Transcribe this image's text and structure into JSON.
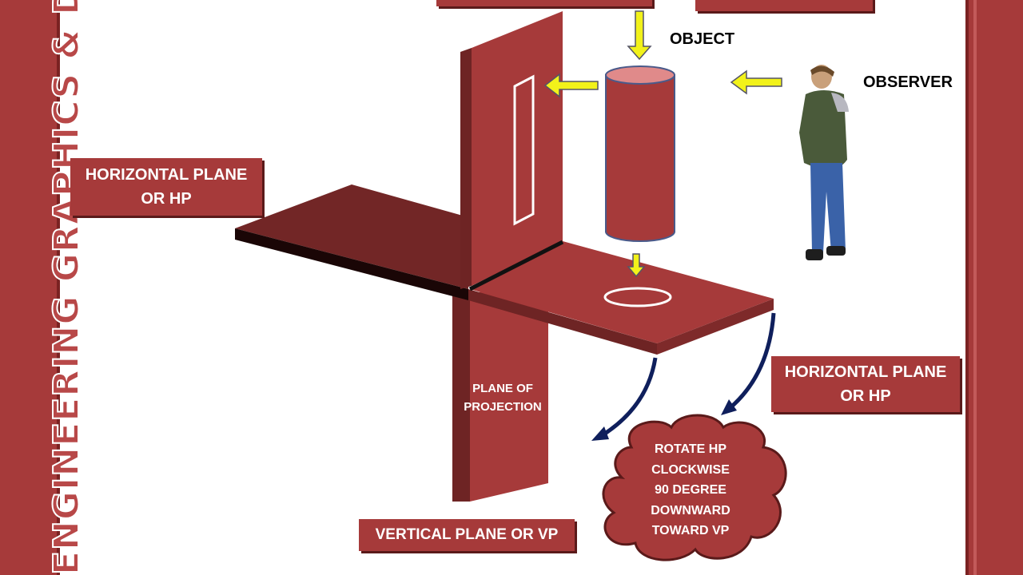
{
  "side_banner": {
    "left_text": "ENGINEERING GRAPHICS & DRAWING"
  },
  "labels": {
    "object": "OBJECT",
    "observer": "OBSERVER",
    "hp_left": "HORIZONTAL PLANE OR HP",
    "hp_right": "HORIZONTAL PLANE OR HP",
    "vertical_plane": "VERTICAL PLANE OR VP",
    "plane_of_projection_line1": "PLANE OF",
    "plane_of_projection_line2": "PROJECTION"
  },
  "cloud_note": {
    "line1": "ROTATE HP",
    "line2": "CLOCKWISE",
    "line3": "90 DEGREE",
    "line4": "DOWNWARD",
    "line5": "TOWARD VP"
  },
  "colors": {
    "plane_red": "#a63a3a",
    "plane_dark": "#6e2424",
    "arrow_yellow": "#f2f21a",
    "curve_arrow_navy": "#0f1f5c"
  },
  "icons": [
    "observer-person-icon",
    "yellow-arrow-icon",
    "curved-arrow-icon"
  ]
}
